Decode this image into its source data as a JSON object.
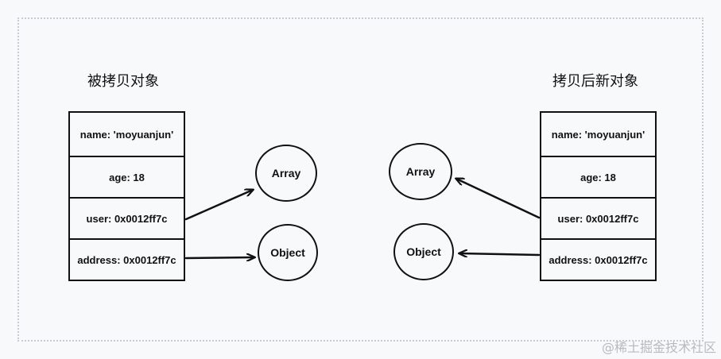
{
  "diagram": {
    "left": {
      "title": "被拷贝对象",
      "rows": [
        "name: 'moyuanjun'",
        "age: 18",
        "user: 0x0012ff7c",
        "address: 0x0012ff7c"
      ]
    },
    "right": {
      "title": "拷贝后新对象",
      "rows": [
        "name: 'moyuanjun'",
        "age: 18",
        "user: 0x0012ff7c",
        "address: 0x0012ff7c"
      ]
    },
    "nodes": {
      "left_array": "Array",
      "left_object": "Object",
      "right_array": "Array",
      "right_object": "Object"
    },
    "colors": {
      "stroke": "#111111",
      "background": "#f8f9fa",
      "frame": "#c8cbcf"
    }
  },
  "watermark": "@稀土掘金技术社区"
}
